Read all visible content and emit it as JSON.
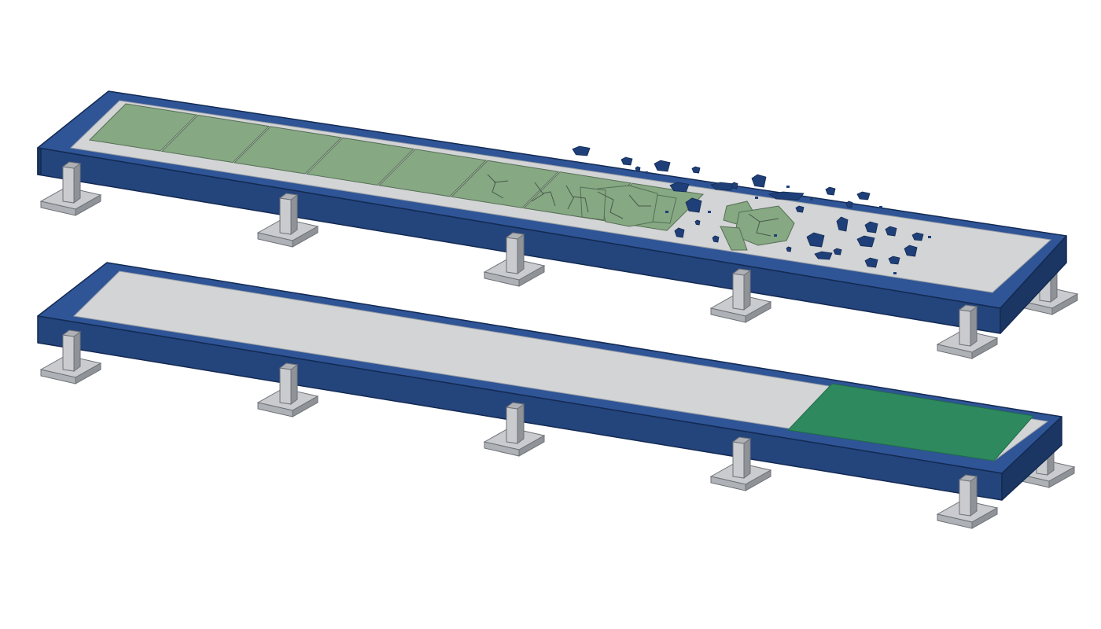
{
  "diagram": {
    "elements": [
      {
        "name": "top-channel",
        "state": "fragmenting"
      },
      {
        "name": "bottom-channel",
        "state": "intact"
      }
    ]
  },
  "colors": {
    "background": "#ffffff",
    "frame_top": "#2f5597",
    "frame_front": "#24447c",
    "frame_side": "#1b3663",
    "frame_outline": "#132a52",
    "bed": "#d3d4d6",
    "bed_outline": "#9a9ea4",
    "tile_top": "#86a883",
    "tile_outline": "#566f55",
    "crack": "#4a5a4a",
    "panel_bottom": "#2e8a5e",
    "debris": "#1f3f78",
    "support_light": "#c9cbce",
    "support_mid": "#aeb1b5",
    "support_dark": "#8f9398",
    "support_outline": "#6e7277"
  }
}
